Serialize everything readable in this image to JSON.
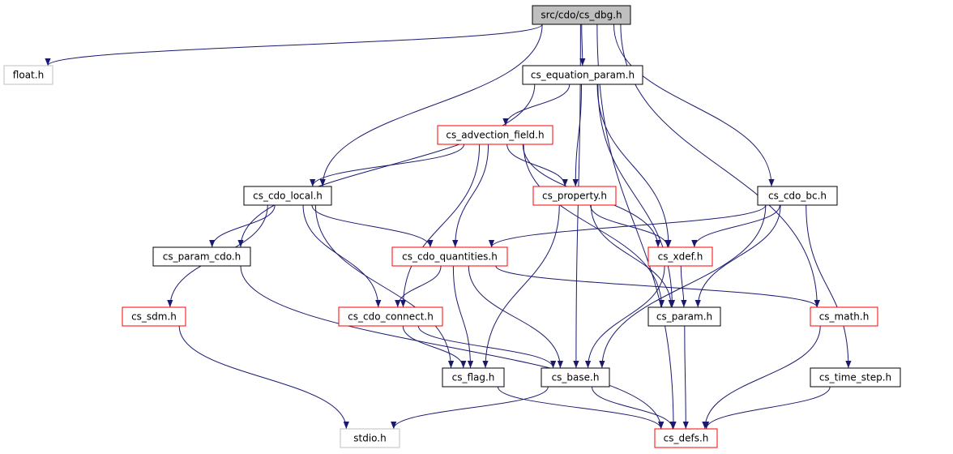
{
  "colors": {
    "edge": "#191970",
    "border_normal": "#000000",
    "border_incomplete": "#ff0000",
    "border_external": "#bfbfbf",
    "fill_root": "#bfbfbf",
    "fill_node": "#ffffff"
  },
  "nodes": {
    "root": {
      "label": "src/cdo/cs_dbg.h",
      "kind": "root"
    },
    "float": {
      "label": "float.h",
      "kind": "external"
    },
    "eqparam": {
      "label": "cs_equation_param.h",
      "kind": "normal"
    },
    "advfield": {
      "label": "cs_advection_field.h",
      "kind": "incomplete"
    },
    "cdolocal": {
      "label": "cs_cdo_local.h",
      "kind": "normal"
    },
    "property": {
      "label": "cs_property.h",
      "kind": "incomplete"
    },
    "cdobc": {
      "label": "cs_cdo_bc.h",
      "kind": "normal"
    },
    "paramcdo": {
      "label": "cs_param_cdo.h",
      "kind": "normal"
    },
    "quantities": {
      "label": "cs_cdo_quantities.h",
      "kind": "incomplete"
    },
    "xdef": {
      "label": "cs_xdef.h",
      "kind": "incomplete"
    },
    "sdm": {
      "label": "cs_sdm.h",
      "kind": "incomplete"
    },
    "connect": {
      "label": "cs_cdo_connect.h",
      "kind": "incomplete"
    },
    "param": {
      "label": "cs_param.h",
      "kind": "normal"
    },
    "math": {
      "label": "cs_math.h",
      "kind": "incomplete"
    },
    "flag": {
      "label": "cs_flag.h",
      "kind": "normal"
    },
    "base": {
      "label": "cs_base.h",
      "kind": "normal"
    },
    "timestep": {
      "label": "cs_time_step.h",
      "kind": "normal"
    },
    "stdio": {
      "label": "stdio.h",
      "kind": "external"
    },
    "defs": {
      "label": "cs_defs.h",
      "kind": "incomplete"
    }
  },
  "edges": [
    [
      "root",
      "float"
    ],
    [
      "root",
      "eqparam"
    ],
    [
      "root",
      "cdolocal"
    ],
    [
      "root",
      "cdobc"
    ],
    [
      "root",
      "math"
    ],
    [
      "root",
      "defs"
    ],
    [
      "root",
      "base"
    ],
    [
      "eqparam",
      "advfield"
    ],
    [
      "eqparam",
      "paramcdo"
    ],
    [
      "eqparam",
      "property"
    ],
    [
      "eqparam",
      "xdef"
    ],
    [
      "eqparam",
      "param"
    ],
    [
      "advfield",
      "cdolocal"
    ],
    [
      "advfield",
      "property"
    ],
    [
      "advfield",
      "quantities"
    ],
    [
      "advfield",
      "connect"
    ],
    [
      "advfield",
      "xdef"
    ],
    [
      "advfield",
      "param"
    ],
    [
      "cdolocal",
      "paramcdo"
    ],
    [
      "cdolocal",
      "quantities"
    ],
    [
      "cdolocal",
      "connect"
    ],
    [
      "cdolocal",
      "sdm"
    ],
    [
      "cdolocal",
      "flag"
    ],
    [
      "property",
      "xdef"
    ],
    [
      "property",
      "param"
    ],
    [
      "property",
      "flag"
    ],
    [
      "cdobc",
      "quantities"
    ],
    [
      "cdobc",
      "xdef"
    ],
    [
      "cdobc",
      "param"
    ],
    [
      "cdobc",
      "base"
    ],
    [
      "cdobc",
      "timestep"
    ],
    [
      "paramcdo",
      "defs"
    ],
    [
      "quantities",
      "connect"
    ],
    [
      "quantities",
      "flag"
    ],
    [
      "quantities",
      "base"
    ],
    [
      "quantities",
      "math"
    ],
    [
      "xdef",
      "param"
    ],
    [
      "xdef",
      "base"
    ],
    [
      "sdm",
      "stdio"
    ],
    [
      "connect",
      "flag"
    ],
    [
      "connect",
      "base"
    ],
    [
      "param",
      "defs"
    ],
    [
      "math",
      "defs"
    ],
    [
      "flag",
      "defs"
    ],
    [
      "base",
      "stdio"
    ],
    [
      "base",
      "defs"
    ],
    [
      "timestep",
      "defs"
    ]
  ]
}
